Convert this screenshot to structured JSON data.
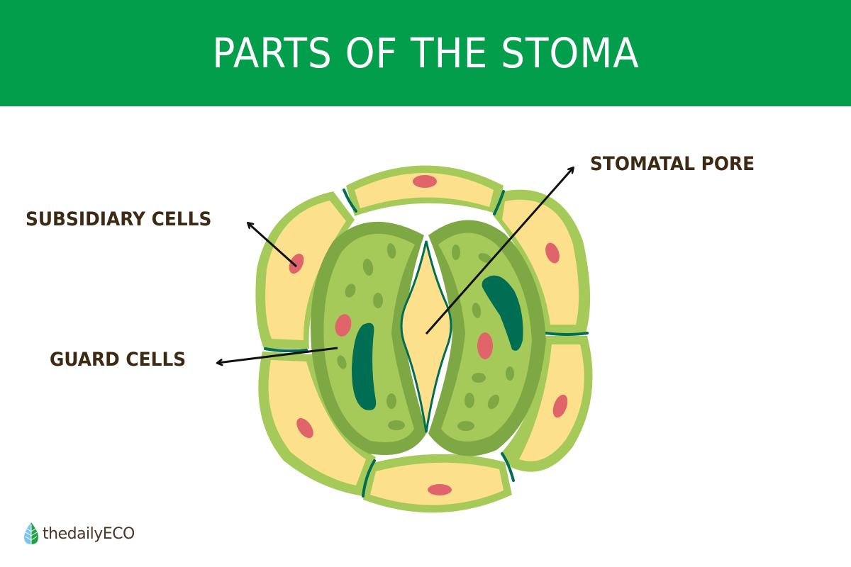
{
  "header": {
    "title": "PARTS OF THE STOMA"
  },
  "labels": {
    "subsidiary_cells": "SUBSIDIARY CELLS",
    "guard_cells": "GUARD CELLS",
    "stomatal_pore": "STOMATAL PORE"
  },
  "logo": {
    "text": "thedailyECO",
    "icon": "leaf-drop-icon"
  },
  "colors": {
    "header_bg": "#029e4b",
    "label_text": "#3d2a14",
    "cell_wall_light": "#a6ca5a",
    "cell_fill": "#fde08c",
    "nucleus": "#e0656a",
    "guard_outer": "#7ea843",
    "guard_inner": "#a6ca5a",
    "chloroplast": "#7ea843",
    "vacuole": "#006e52"
  }
}
